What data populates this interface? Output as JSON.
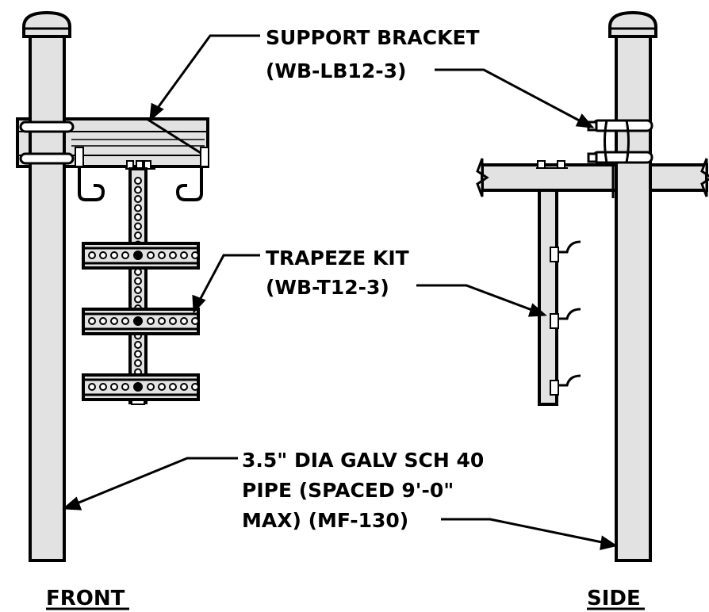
{
  "labels": {
    "bracket_line1": "SUPPORT BRACKET",
    "bracket_line2": "(WB-LB12-3)",
    "trapeze_line1": "TRAPEZE KIT",
    "trapeze_line2": "(WB-T12-3)",
    "pipe_line1": "3.5\" DIA GALV SCH 40",
    "pipe_line2": "PIPE (SPACED 9'-0\"",
    "pipe_line3": "MAX) (MF-130)"
  },
  "views": {
    "front": "FRONT",
    "side": "SIDE"
  }
}
